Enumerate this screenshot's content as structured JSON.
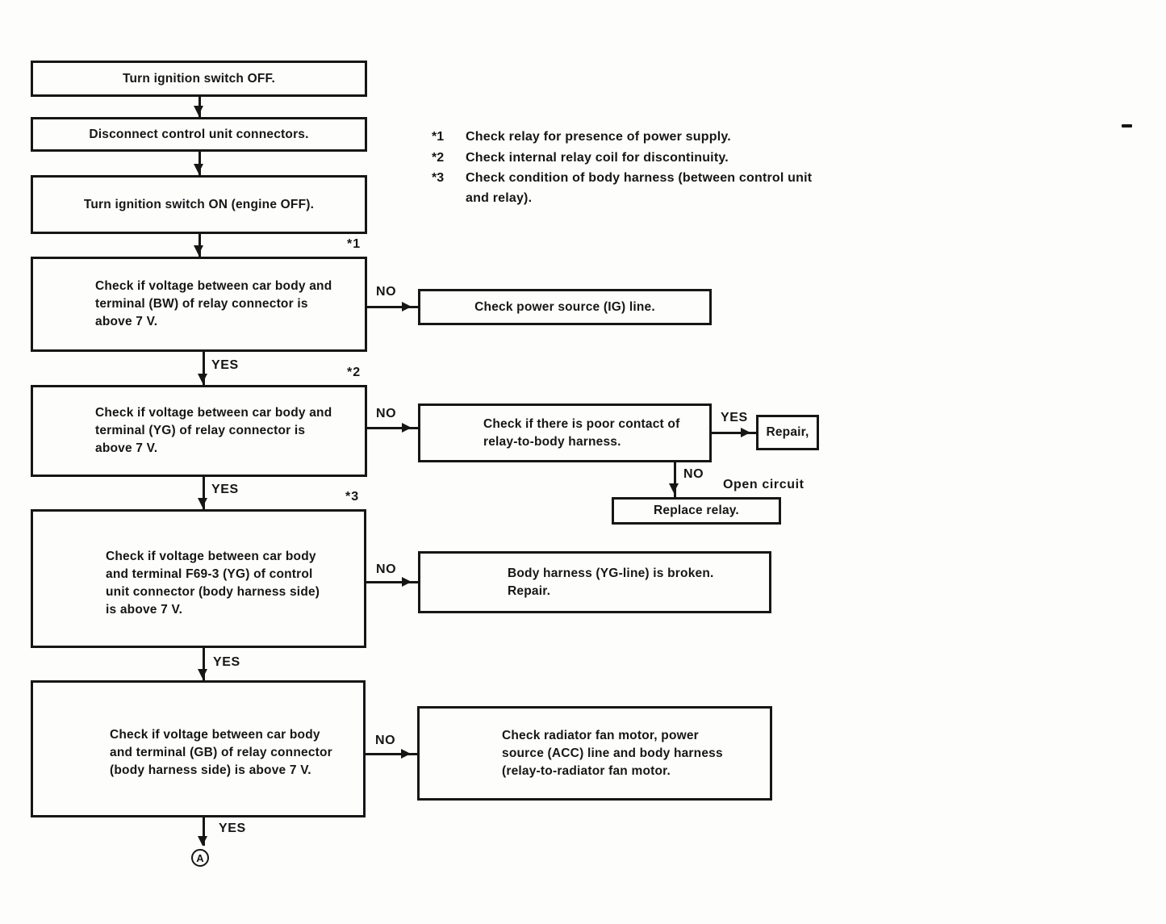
{
  "page": {
    "background": "#fdfdfc",
    "ink": "#161616"
  },
  "labels": {
    "yes": "YES",
    "no": "NO",
    "open_circuit": "Open circuit",
    "connector_a": "A"
  },
  "footnotes": [
    {
      "marker": "*1",
      "lines": [
        "Check relay for presence of power supply."
      ]
    },
    {
      "marker": "*2",
      "lines": [
        "Check internal relay coil for discontinuity."
      ]
    },
    {
      "marker": "*3",
      "lines": [
        "Check condition of body harness (between control unit",
        "and relay)."
      ]
    }
  ],
  "boxes": {
    "step1": {
      "lines": [
        "Turn ignition switch OFF."
      ]
    },
    "step2": {
      "lines": [
        "Disconnect control unit connectors."
      ]
    },
    "step3": {
      "lines": [
        "Turn ignition switch ON (engine OFF)."
      ]
    },
    "check_bw": {
      "marker": "*1",
      "lines": [
        "Check if voltage between car body and",
        "terminal (BW) of relay connector is",
        "above 7 V."
      ]
    },
    "check_ig": {
      "lines": [
        "Check power source (IG) line."
      ]
    },
    "check_yg": {
      "marker": "*2",
      "lines": [
        "Check if voltage between car body and",
        "terminal (YG) of relay connector is",
        "above 7 V."
      ]
    },
    "poor_contact": {
      "lines": [
        "Check if there is poor contact of",
        "relay-to-body harness."
      ]
    },
    "repair": {
      "lines": [
        "Repair,"
      ]
    },
    "replace_relay": {
      "lines": [
        "Replace relay."
      ]
    },
    "check_f69": {
      "marker": "*3",
      "lines": [
        "Check if voltage between car body",
        "and terminal F69-3 (YG) of control",
        "unit connector (body harness side)",
        "is above 7 V."
      ]
    },
    "yg_broken": {
      "lines": [
        "Body harness (YG-line) is broken.",
        "Repair."
      ]
    },
    "check_gb": {
      "lines": [
        "Check if voltage between car body",
        "and terminal (GB) of relay connector",
        "(body harness side) is above 7 V."
      ]
    },
    "check_fan": {
      "lines": [
        "Check radiator fan motor, power",
        "source (ACC) line and body harness",
        "(relay-to-radiator fan motor."
      ]
    }
  }
}
